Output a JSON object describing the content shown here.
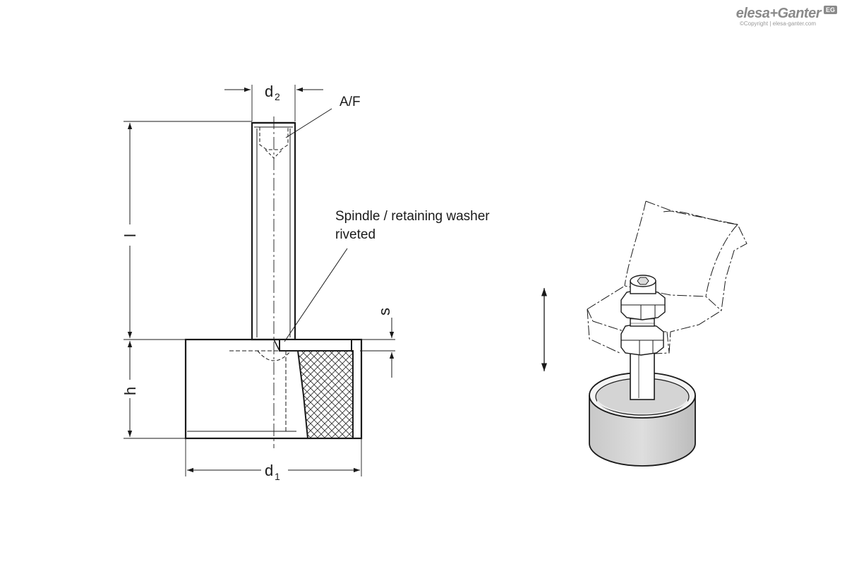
{
  "logo": {
    "brand": "elesa+Ganter",
    "badge": "EG",
    "copyright": "©Copyright | elesa-ganter.com"
  },
  "drawing": {
    "dimensions": {
      "d2": {
        "main": "d",
        "sub": "2"
      },
      "d1": {
        "main": "d",
        "sub": "1"
      },
      "l": "l",
      "h": "h",
      "s": "s"
    },
    "callouts": {
      "af": "A/F",
      "spindle_line1": "Spindle / retaining washer",
      "spindle_line2": "riveted"
    }
  }
}
